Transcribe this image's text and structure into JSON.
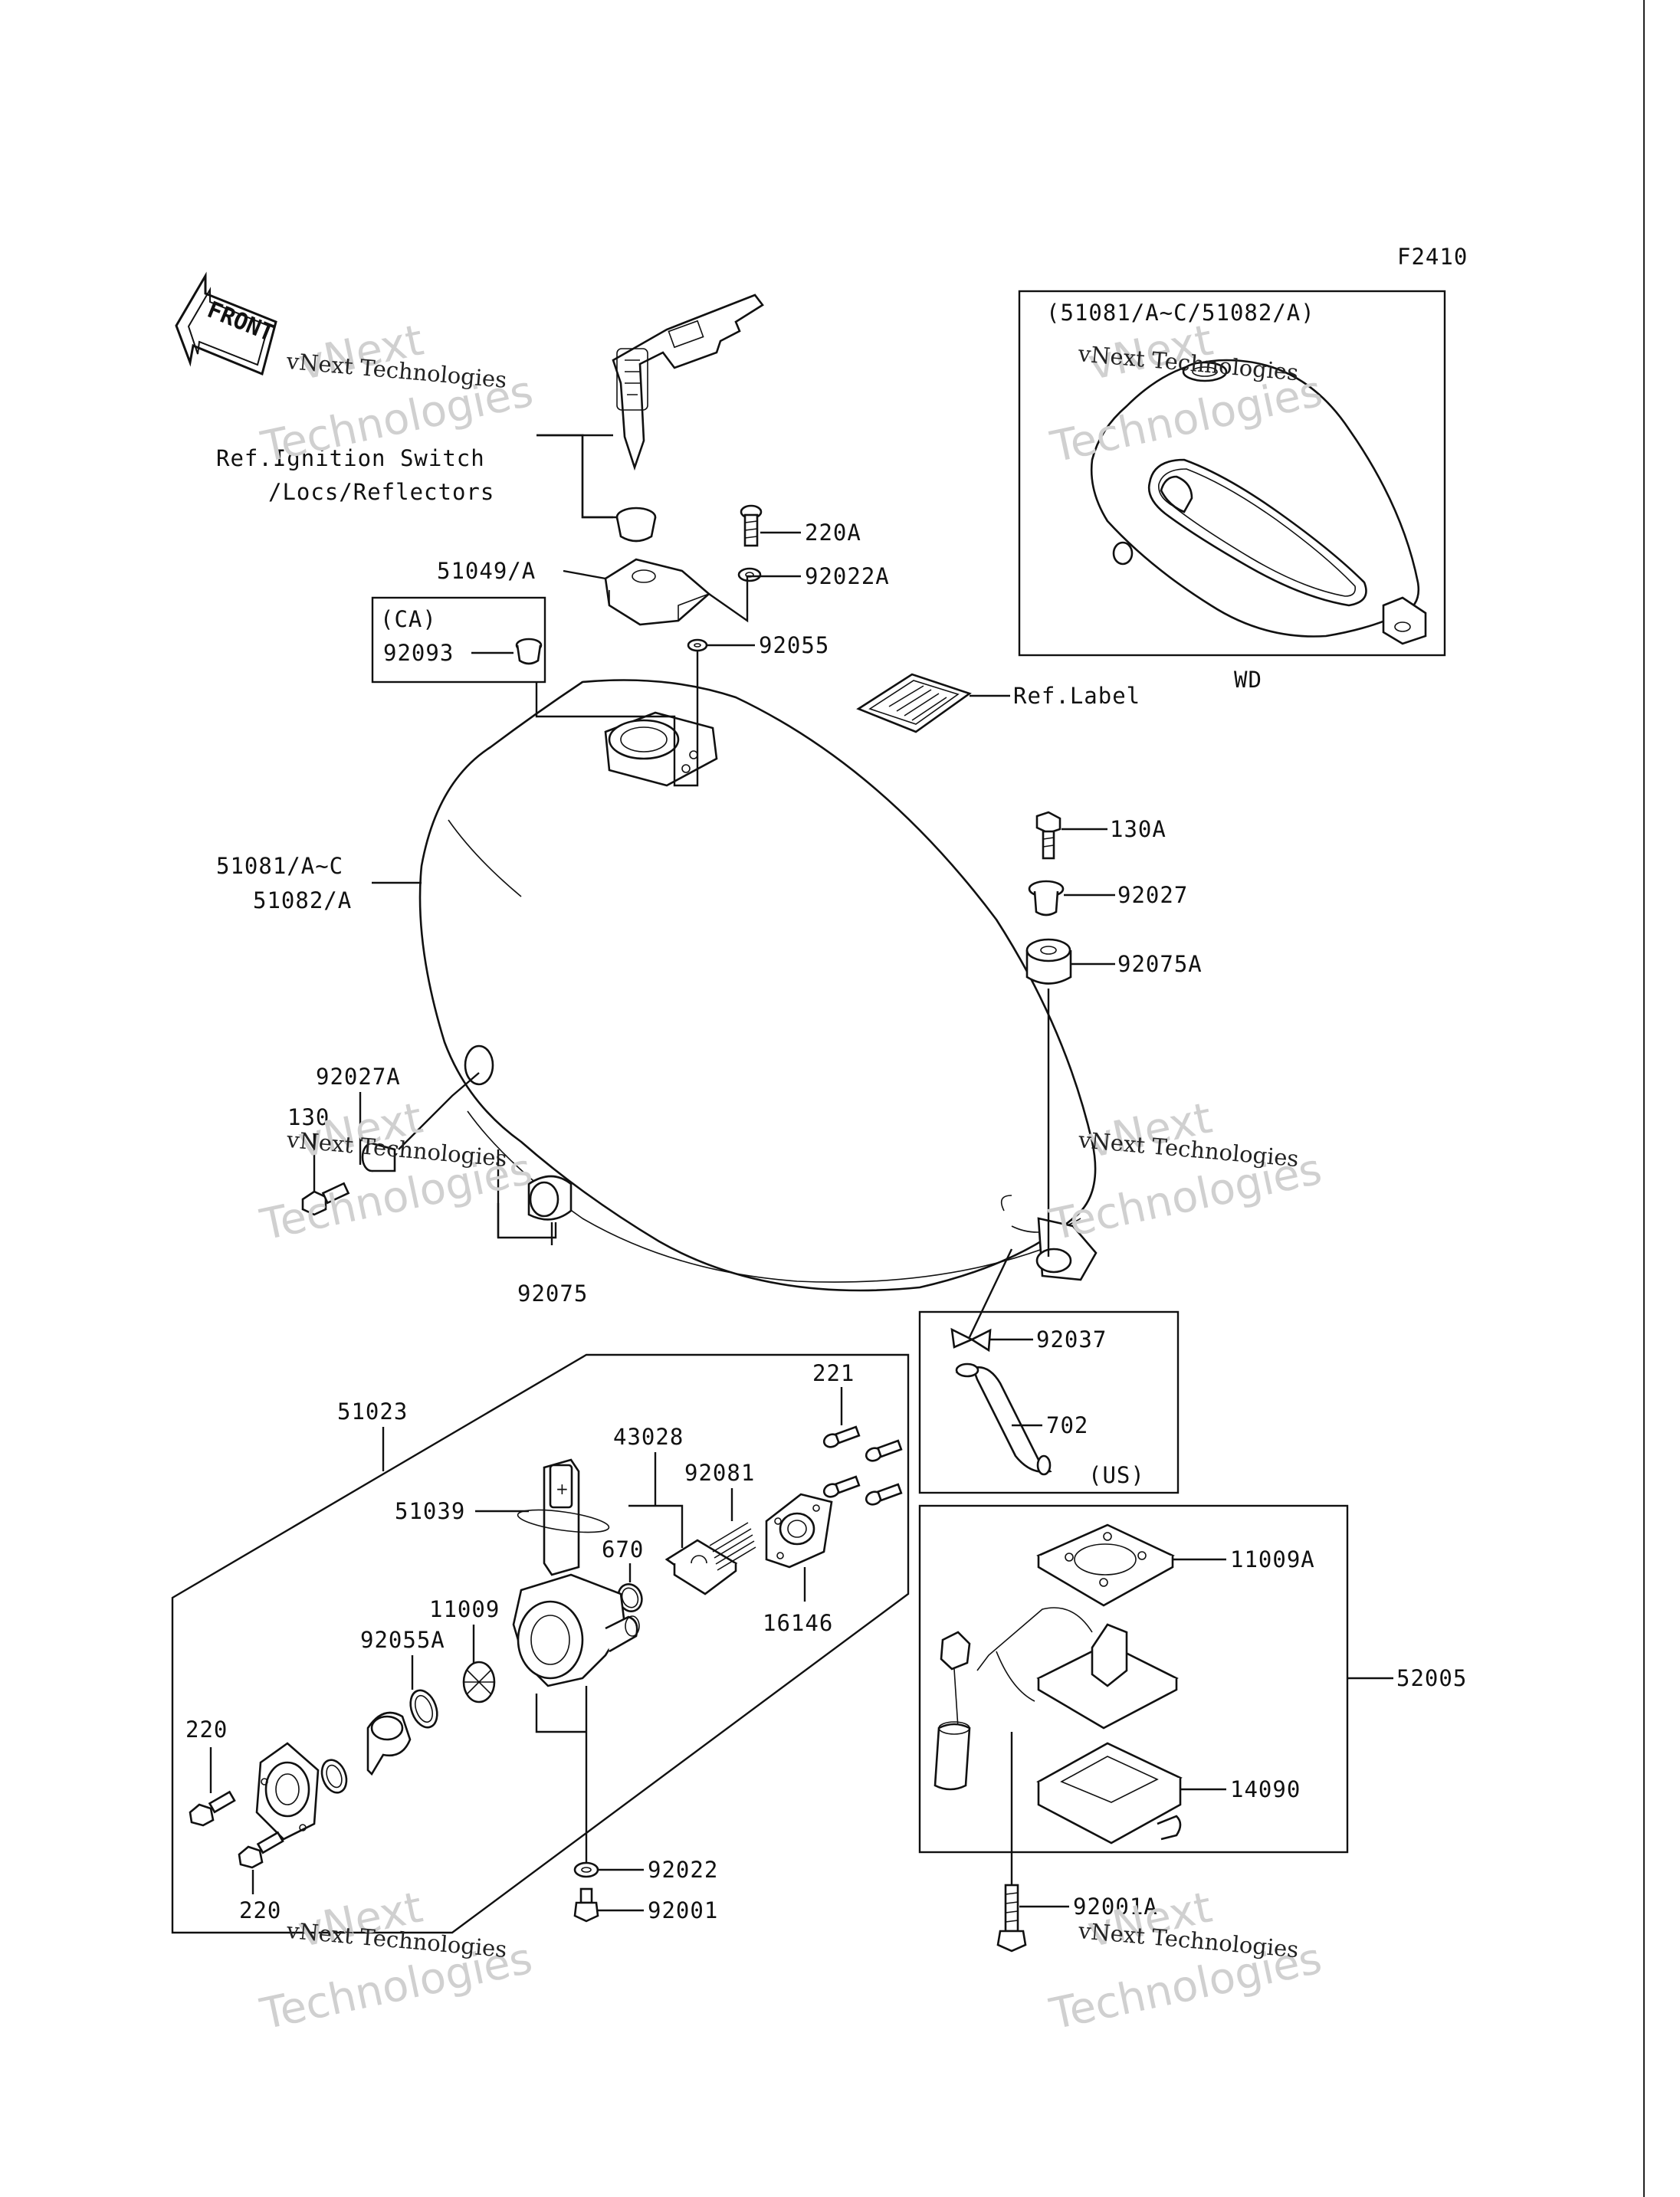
{
  "diagram": {
    "figure_code": "F2410",
    "front_arrow_text": "FRONT",
    "watermark": {
      "big_line_1": "vNext",
      "big_line_2": "Technologies",
      "small": "vNext Technologies"
    },
    "labels": {
      "ref_ignition_1": "Ref.Ignition Switch",
      "ref_ignition_2": "/Locs/Reflectors",
      "p220A": "220A",
      "p51049A": "51049/A",
      "p92022A": "92022A",
      "ca": "(CA)",
      "p92093": "92093",
      "p92055": "92055",
      "ref_label": "Ref.Label",
      "p51081": "51081/A~C",
      "p51082": "51082/A",
      "p130A": "130A",
      "p92027": "92027",
      "p92075A": "92075A",
      "p92027A": "92027A",
      "p130": "130",
      "p92075": "92075",
      "p92037": "92037",
      "p702": "702",
      "us": "(US)",
      "p51023": "51023",
      "p221": "221",
      "p43028": "43028",
      "p92081": "92081",
      "p51039": "51039",
      "p670": "670",
      "p16146": "16146",
      "p11009": "11009",
      "p92055A": "92055A",
      "p220_top": "220",
      "p220_bot": "220",
      "p92022": "92022",
      "p92001": "92001",
      "p11009A": "11009A",
      "p52005": "52005",
      "p14090": "14090",
      "p92001A": "92001A",
      "wd_header": "(51081/A~C/51082/A)",
      "wd": "WD"
    }
  }
}
